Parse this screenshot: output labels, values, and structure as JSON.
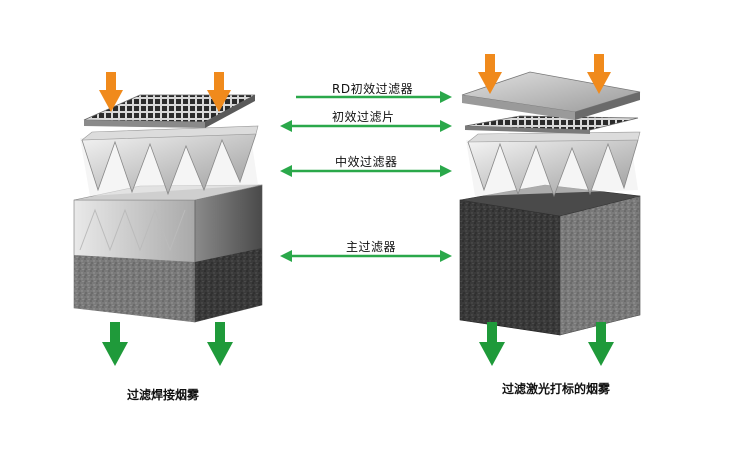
{
  "labels": {
    "rd_prefilter": "RD初效过滤器",
    "primary_filter_sheet": "初效过滤片",
    "medium_filter": "中效过滤器",
    "main_filter": "主过滤器"
  },
  "captions": {
    "left": "过滤焊接烟雾",
    "right": "过滤激光打标的烟雾"
  },
  "colors": {
    "inflow_arrow": "#f08a1c",
    "outflow_arrow": "#1f9a3a",
    "connector_arrow": "#2aa84a"
  }
}
